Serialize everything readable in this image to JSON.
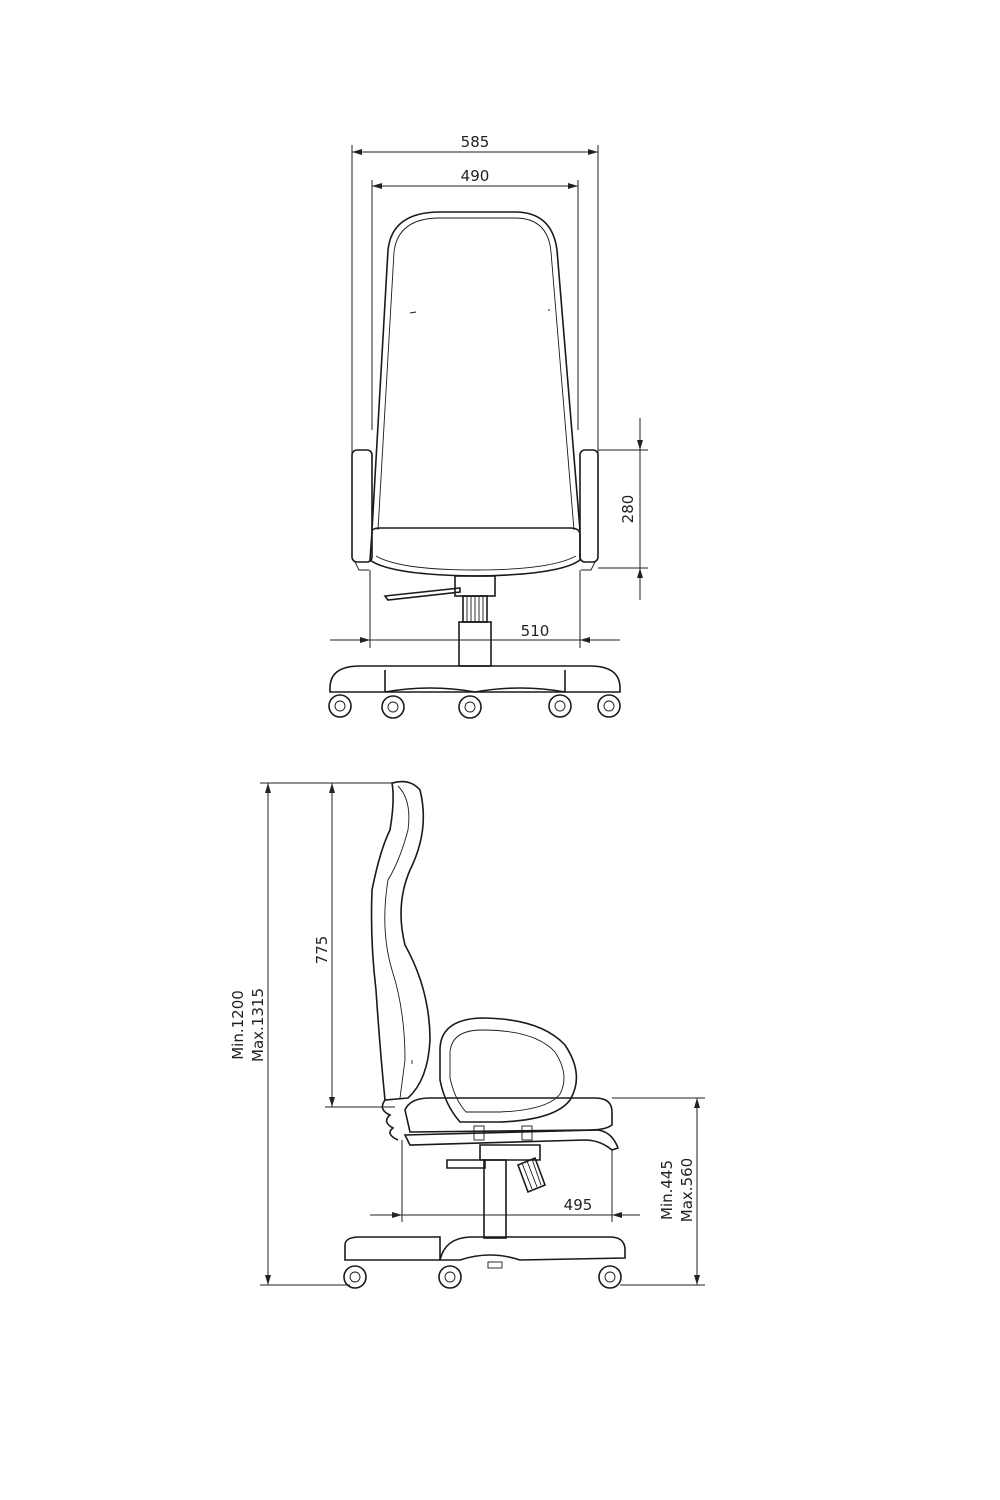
{
  "front_view": {
    "overall_width": "585",
    "backrest_width": "490",
    "armrest_height": "280",
    "seat_width": "510"
  },
  "side_view": {
    "total_height_min": "Min.1200",
    "total_height_max": "Max.1315",
    "backrest_height": "775",
    "seat_depth": "495",
    "seat_height_min": "Min.445",
    "seat_height_max": "Max.560"
  }
}
